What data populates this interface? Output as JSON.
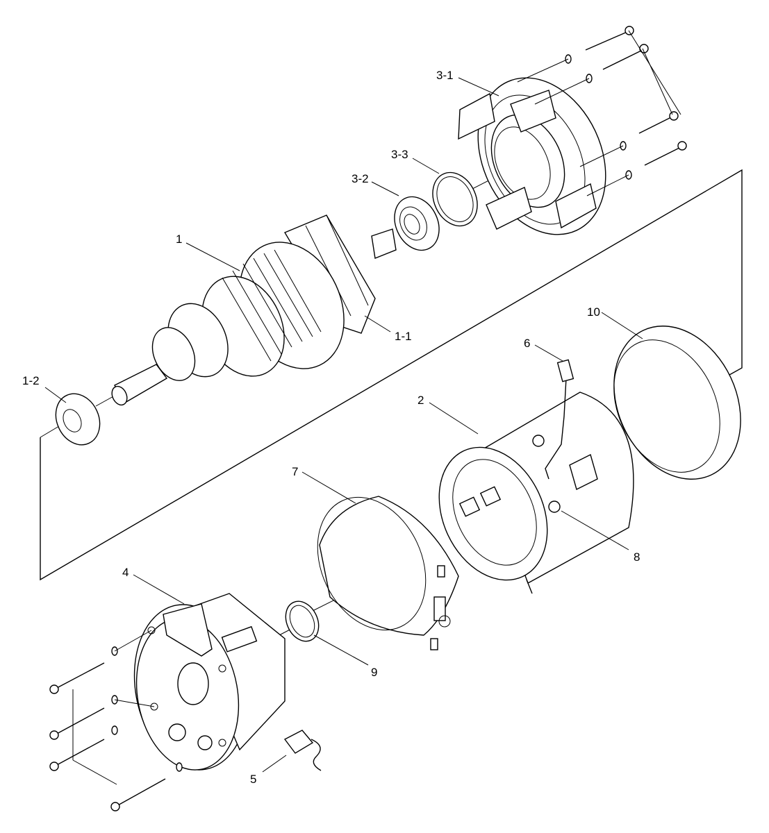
{
  "labels": {
    "p1": "1",
    "p1_1": "1-1",
    "p1_2": "1-2",
    "p2": "2",
    "p3_1": "3-1",
    "p3_2": "3-2",
    "p3_3": "3-3",
    "p4": "4",
    "p5": "5",
    "p6": "6",
    "p7": "7",
    "p8": "8",
    "p9": "9",
    "p10": "10"
  }
}
